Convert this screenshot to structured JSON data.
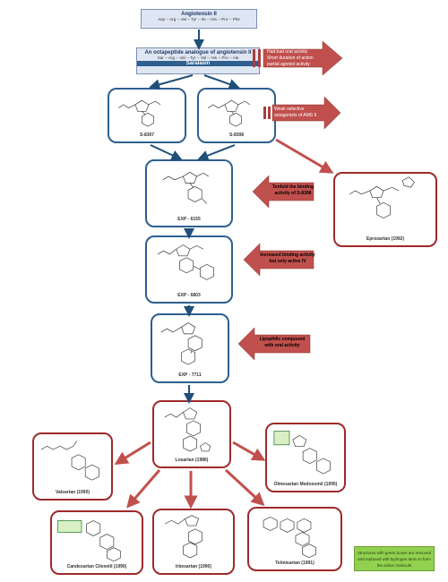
{
  "header": {
    "angiotensin": {
      "title": "Angiotensin II",
      "sequence": "Asp -- Arg -- Val -- Tyr -- Ile -- His -- Pro -- Phe"
    },
    "saralasin": {
      "title": "An octapeptide analogue of angiotensin II",
      "sequence": "Sar -- Arg -- Val -- Tyr -- Val -- His -- Pro -- Ala",
      "name": "Saralasin"
    }
  },
  "notes": {
    "saralasin": [
      "Had bad oral activity",
      "Short duration of action",
      "partial agonist activity"
    ],
    "s_compounds": [
      "Weak selective",
      "antagonists of AMS II"
    ],
    "exp6155": [
      "Tenfold the binding",
      "activity of S-8308"
    ],
    "exp6803": [
      "Increased binding activity",
      "but only active IV"
    ],
    "exp7711": [
      "Lipophilic compound",
      "with oral activity"
    ]
  },
  "compounds": {
    "s8307": "S-8307",
    "s8308": "S-8308",
    "exp6155": "EXP - 6155",
    "exp6803": "EXP - 6803",
    "exp7711": "EXP - 7711",
    "eprosartan": "Eprosartan (1992)",
    "losartan": "Losartan (1986)",
    "valsartan": "Valsartan (1990)",
    "olmesartan": "Olmesartan Medoxomil (1995)",
    "candesartan": "Candesartan Cilexetil (1990)",
    "irbesartan": "Irbesartan (1990)",
    "telmisartan": "Telmisartan (1991)"
  },
  "legend": {
    "green_note": "Structures with green boxes are removed and replaced with hydrogen atom to form the active molecule"
  },
  "colors": {
    "blue_border": "#2e5f8f",
    "red_border": "#9e2a2b",
    "red_arrow": "#c0504d",
    "green_box": "#92d050"
  }
}
